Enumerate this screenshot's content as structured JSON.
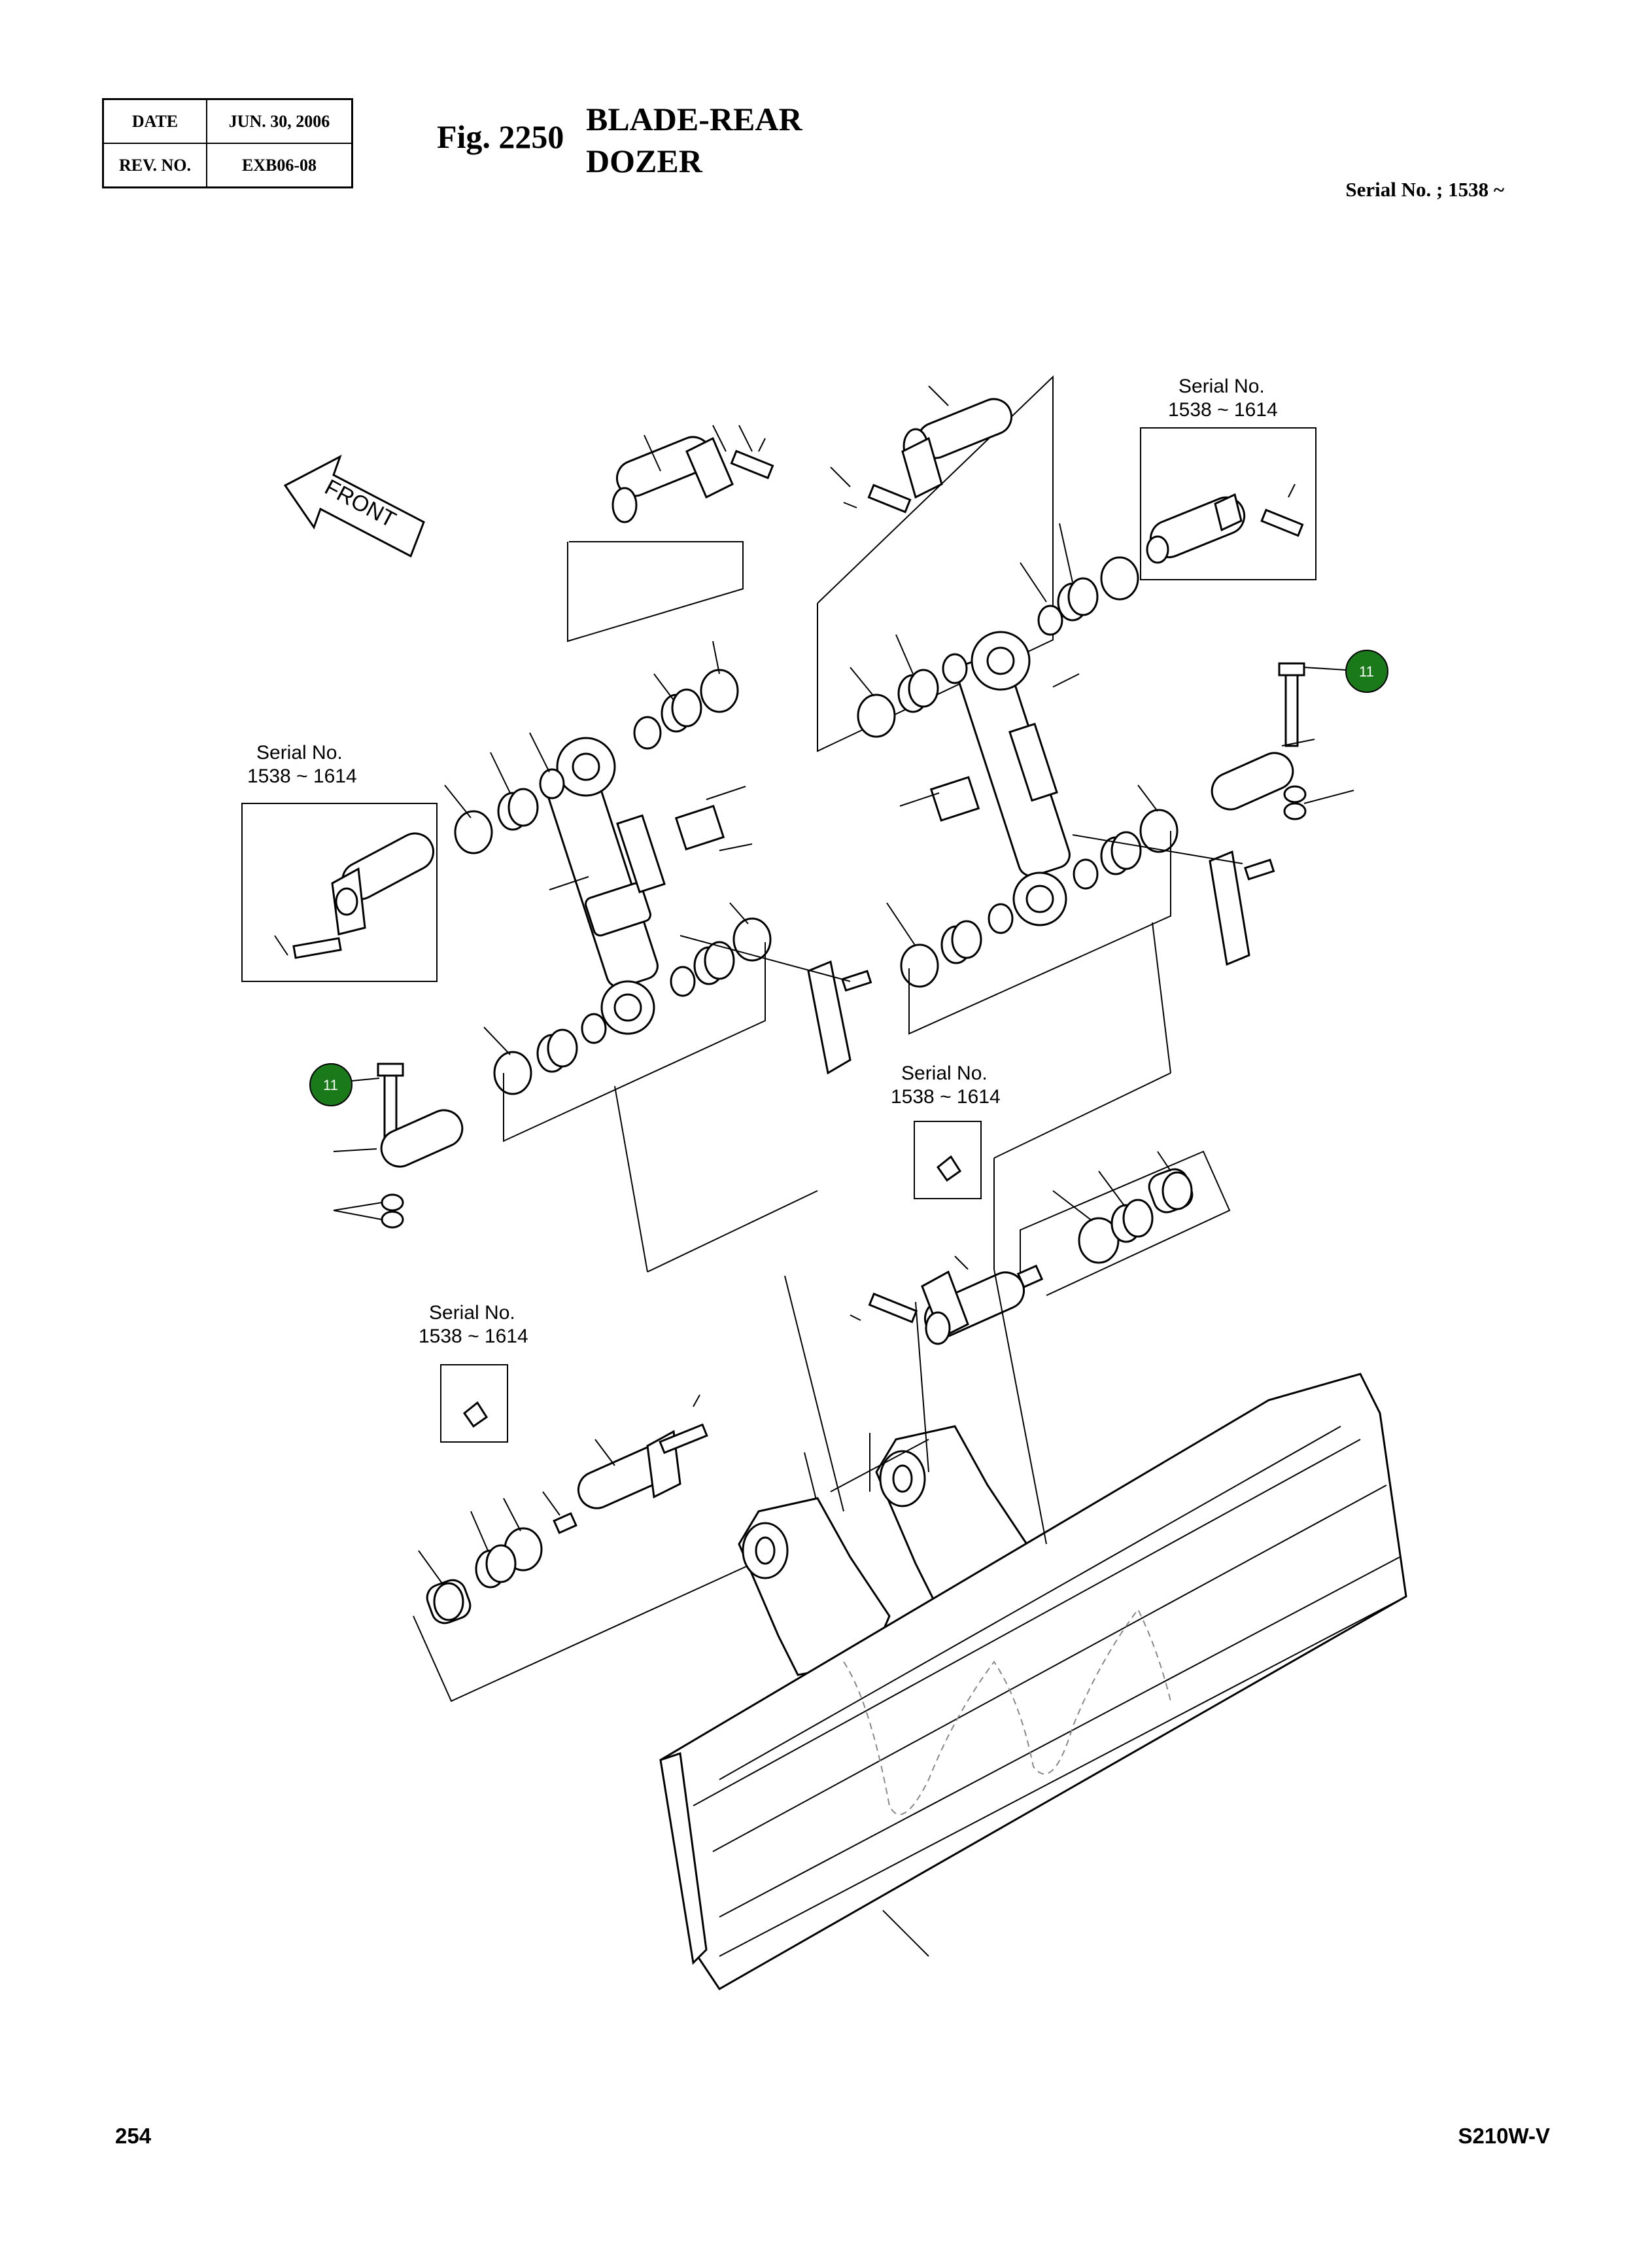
{
  "header": {
    "date_label": "DATE",
    "date_value": "JUN. 30, 2006",
    "rev_label": "REV. NO.",
    "rev_value": "EXB06-08"
  },
  "figure": {
    "number": "Fig. 2250",
    "title_line1": "BLADE-REAR",
    "title_line2": "DOZER"
  },
  "serial_range": "Serial No. ; 1538 ~",
  "front_label": "FRONT",
  "serial_boxes": [
    {
      "label": "Serial No.",
      "range": "1538 ~ 1614"
    },
    {
      "label": "Serial No.",
      "range": "1538 ~ 1614"
    },
    {
      "label": "Serial No.",
      "range": "1538 ~ 1614"
    },
    {
      "label": "Serial No.",
      "range": "1538 ~ 1614"
    }
  ],
  "callouts": [
    "11",
    "11"
  ],
  "colors": {
    "callout_fill": "#1a7a1a"
  },
  "footer": {
    "page_number": "254",
    "model": "S210W-V"
  }
}
